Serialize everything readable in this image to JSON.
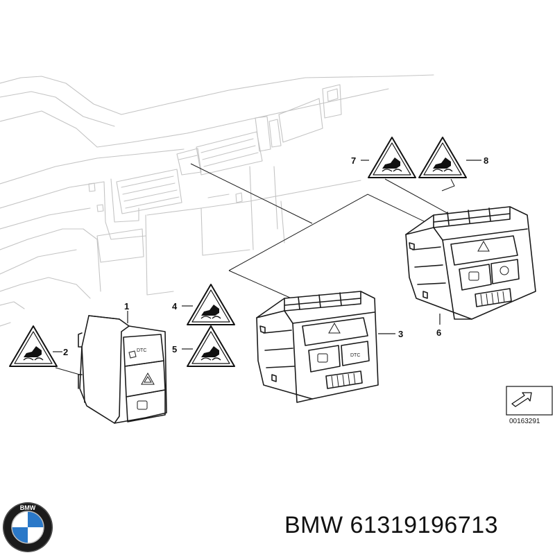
{
  "callouts": [
    {
      "label": "1"
    },
    {
      "label": "2"
    },
    {
      "label": "3"
    },
    {
      "label": "4"
    },
    {
      "label": "5"
    },
    {
      "label": "6"
    },
    {
      "label": "7"
    },
    {
      "label": "8"
    }
  ],
  "button_labels": {
    "dtc": "DTC"
  },
  "drawing_code": "00163291",
  "brand": {
    "name": "BMW",
    "part_number": "61319196713",
    "logo_letters": "BMW"
  },
  "colors": {
    "lines": "#1a1a1a",
    "background_lines": "#c4c4c4",
    "logo_blue": "#2a78c8"
  },
  "icons": [
    "warning-triangle-icon",
    "hazard-icon",
    "dtc-icon",
    "car-skid-icon",
    "tire-pressure-icon",
    "reference-arrow-icon",
    "bmw-logo-icon"
  ]
}
